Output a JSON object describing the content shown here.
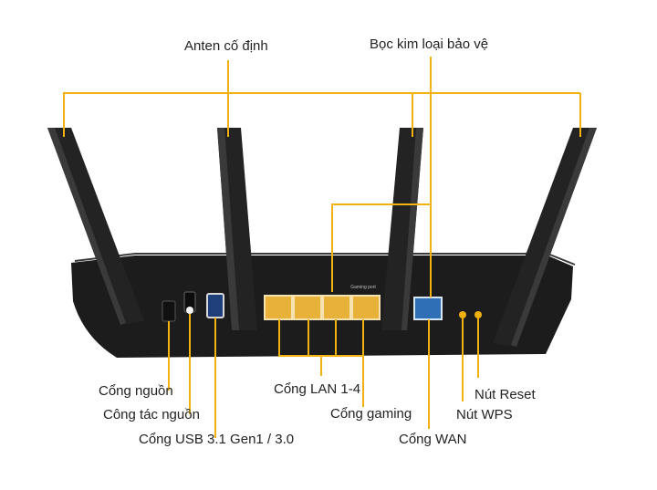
{
  "labels": {
    "antenna": "Anten cố định",
    "metal_cover": "Bọc kim loại bảo vệ",
    "power_port": "Cổng nguồn",
    "power_switch": "Công tác nguồn",
    "usb_port": "Cổng USB 3.1 Gen1 / 3.0",
    "lan_ports": "Cổng LAN 1-4",
    "gaming_port": "Cổng gaming",
    "wan_port": "Cổng WAN",
    "reset_button": "Nút Reset",
    "wps_button": "Nút WPS"
  },
  "device_marks": {
    "gaming_port_tag": "Gaming port"
  },
  "colors": {
    "leader_line": "#f2b20f",
    "router_body": "#1c1c1c",
    "antenna": "#222222",
    "lan_port": "#e8b23a",
    "wan_port": "#2f6fb6",
    "text": "#222222"
  }
}
